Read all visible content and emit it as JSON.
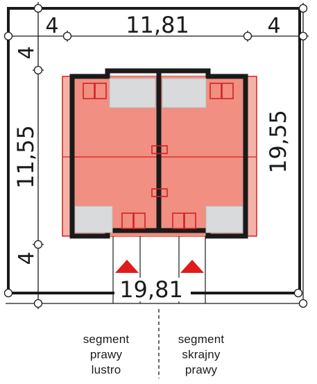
{
  "dimensions": {
    "top_left_setback": "4",
    "top_width": "11,81",
    "top_right_setback": "4",
    "left_top_setback": "4",
    "left_height": "11,55",
    "left_bottom_setback": "4",
    "right_height": "19,55",
    "bottom_width": "19,81"
  },
  "captions": {
    "left": {
      "line1": "segment",
      "line2": "prawy",
      "line3": "lustro"
    },
    "right": {
      "line1": "segment",
      "line2": "skrajny",
      "line3": "prawy"
    }
  },
  "colors": {
    "building_fill": "#f08f82",
    "building_fill_light": "#f5b3a8",
    "building_outline": "#d42020",
    "walls": "#1a1a1a",
    "entrance_arrow": "#e01b1b",
    "plot_border": "#1a1a1a"
  }
}
